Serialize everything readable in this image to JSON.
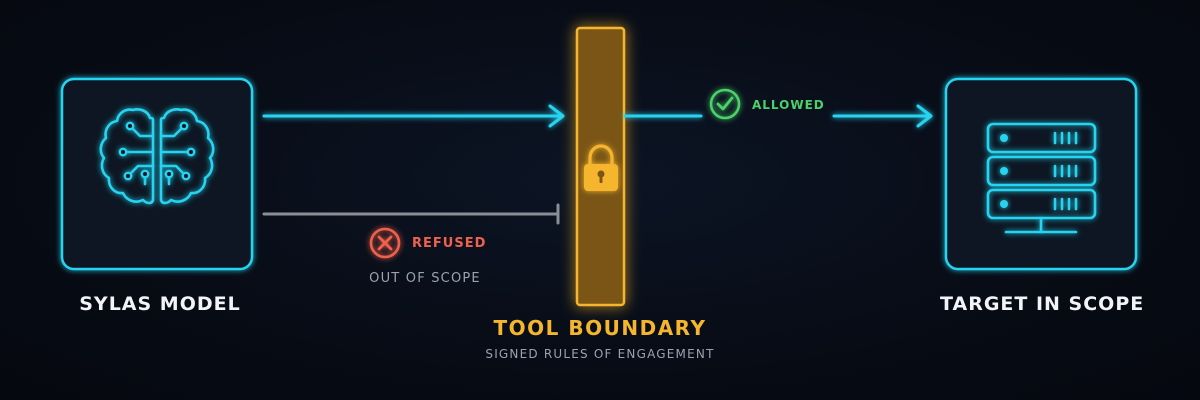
{
  "nodes": {
    "model": {
      "label": "SYLAS MODEL",
      "icon": "brain-circuit-icon"
    },
    "target": {
      "label": "TARGET IN SCOPE",
      "icon": "server-icon"
    }
  },
  "boundary": {
    "title": "TOOL BOUNDARY",
    "subtitle": "SIGNED RULES OF ENGAGEMENT",
    "icon": "lock-icon"
  },
  "paths": {
    "allowed": {
      "label": "ALLOWED",
      "icon": "check-circle-icon"
    },
    "refused": {
      "label": "REFUSED",
      "sublabel": "OUT OF SCOPE",
      "icon": "x-circle-icon"
    }
  },
  "colors": {
    "cyan": "#27d3f0",
    "amber": "#f5b62e",
    "green": "#4ad16a",
    "red": "#f0614c",
    "gray": "#8a8f96",
    "background": "#070b14"
  }
}
